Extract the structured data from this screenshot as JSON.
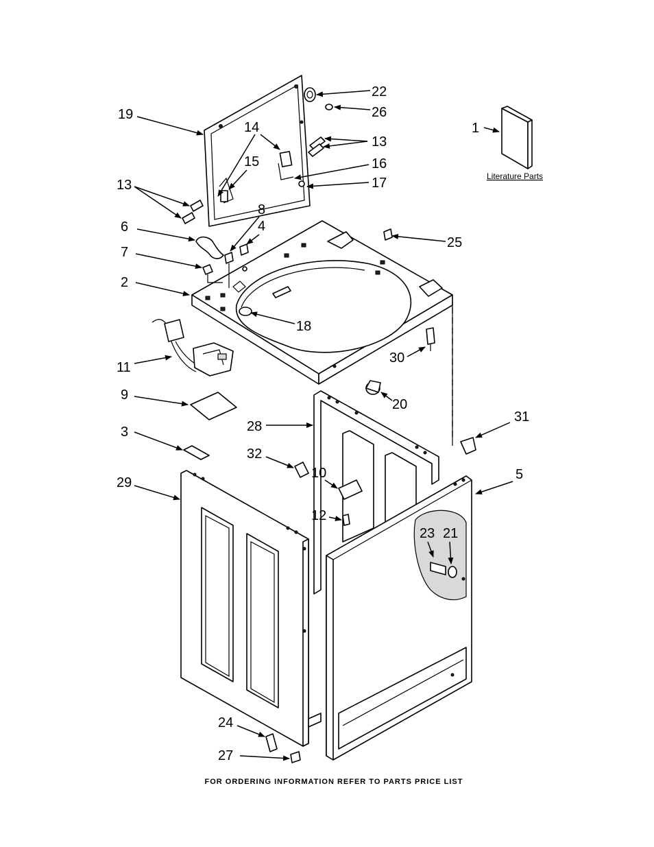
{
  "labels": {
    "p1": "1",
    "p2": "2",
    "p3": "3",
    "p4": "4",
    "p5": "5",
    "p6": "6",
    "p7": "7",
    "p8": "8",
    "p9": "9",
    "p10": "10",
    "p11": "11",
    "p12": "12",
    "p13a": "13",
    "p13b": "13",
    "p14": "14",
    "p15": "15",
    "p16": "16",
    "p17": "17",
    "p18": "18",
    "p19": "19",
    "p20": "20",
    "p21": "21",
    "p22": "22",
    "p23": "23",
    "p24": "24",
    "p25": "25",
    "p26": "26",
    "p27": "27",
    "p28": "28",
    "p29": "29",
    "p30": "30",
    "p31": "31",
    "p32": "32"
  },
  "literature_caption": "Literature Parts",
  "footer": "FOR ORDERING INFORMATION REFER TO PARTS PRICE LIST"
}
